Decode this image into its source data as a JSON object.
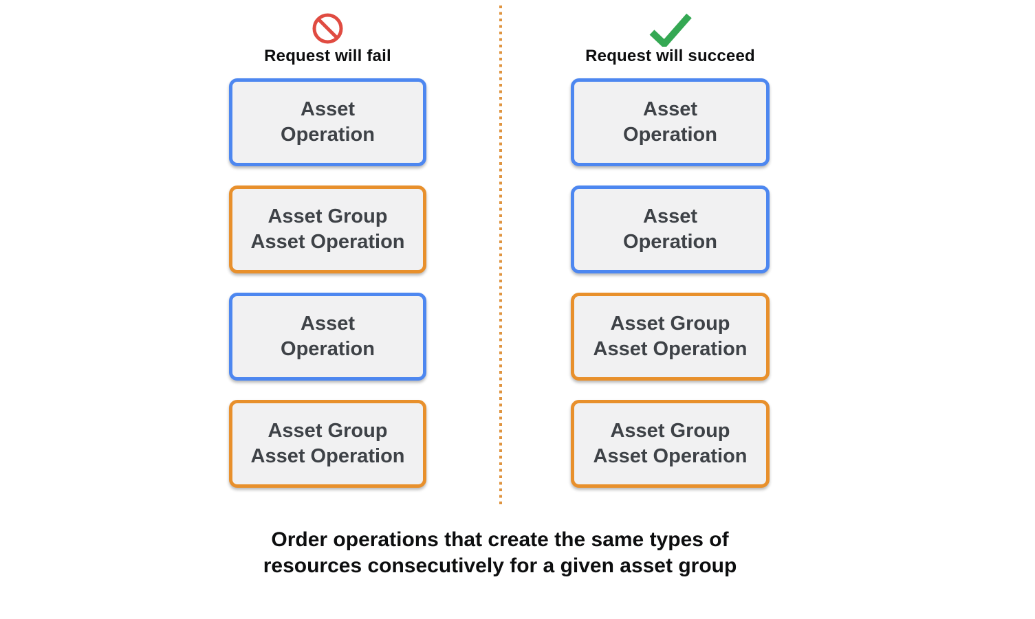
{
  "diagram": {
    "columns": [
      {
        "id": "fail",
        "icon": "prohibition-icon",
        "title": "Request will fail",
        "boxes": [
          {
            "type": "asset-operation",
            "label": "Asset\nOperation"
          },
          {
            "type": "asset-group-asset-operation",
            "label": "Asset Group\nAsset Operation"
          },
          {
            "type": "asset-operation",
            "label": "Asset\nOperation"
          },
          {
            "type": "asset-group-asset-operation",
            "label": "Asset Group\nAsset Operation"
          }
        ]
      },
      {
        "id": "succeed",
        "icon": "checkmark-icon",
        "title": "Request will succeed",
        "boxes": [
          {
            "type": "asset-operation",
            "label": "Asset\nOperation"
          },
          {
            "type": "asset-operation",
            "label": "Asset\nOperation"
          },
          {
            "type": "asset-group-asset-operation",
            "label": "Asset Group\nAsset Operation"
          },
          {
            "type": "asset-group-asset-operation",
            "label": "Asset Group\nAsset Operation"
          }
        ]
      }
    ],
    "caption": "Order operations that create the same types of\nresources consecutively for a given asset group",
    "colors": {
      "asset_operation_border": "#4d87f0",
      "asset_group_border": "#e8902c",
      "fail_icon_red": "#e04b41",
      "succeed_icon_green": "#34a853",
      "box_background": "#f1f1f2",
      "box_text": "#3e4247",
      "divider_dots": "#df9440"
    }
  }
}
